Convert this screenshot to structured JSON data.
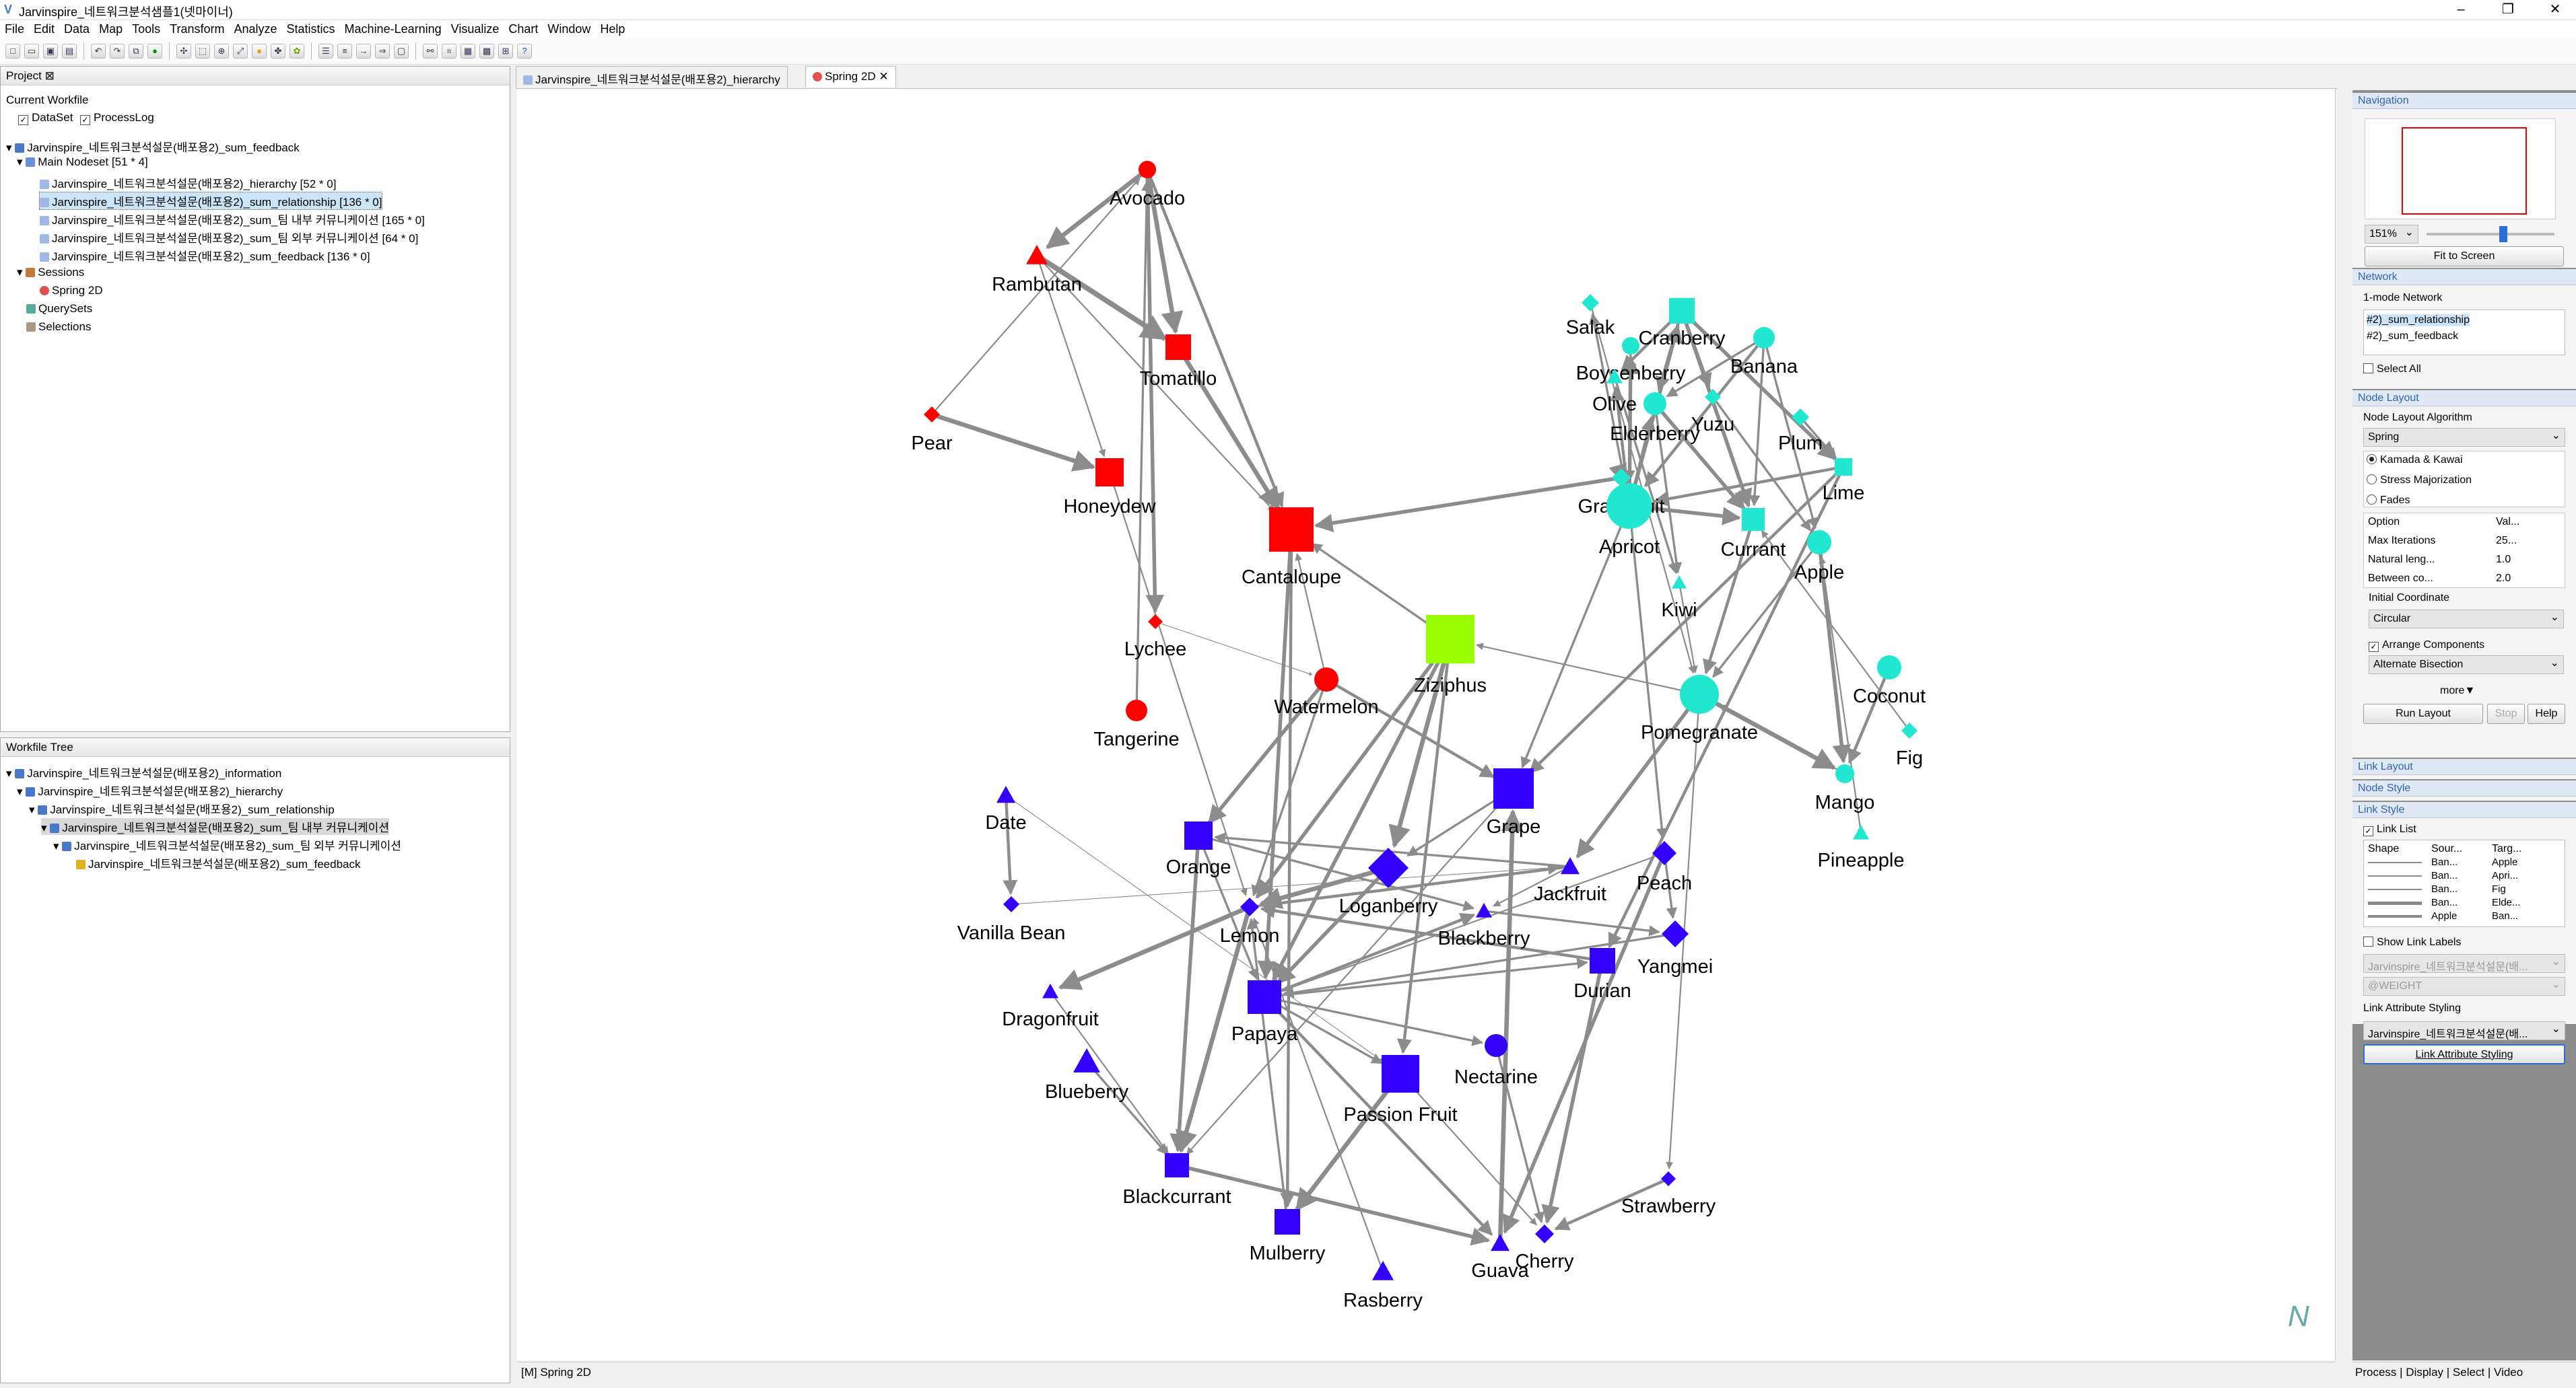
{
  "window": {
    "title": "Jarvinspire_네트워크분석샘플1(넷마이너)"
  },
  "menu": [
    "File",
    "Edit",
    "Data",
    "Map",
    "Tools",
    "Transform",
    "Analyze",
    "Statistics",
    "Machine-Learning",
    "Visualize",
    "Chart",
    "Window",
    "Help"
  ],
  "project": {
    "tab": "Project",
    "current_workfile": "Current Workfile",
    "check_dataset": "DataSet",
    "check_processlog": "ProcessLog",
    "root": "Jarvinspire_네트워크분석설문(배포용2)_sum_feedback",
    "main_nodeset": "Main Nodeset [51 * 4]",
    "datasets": [
      "Jarvinspire_네트워크분석설문(배포용2)_hierarchy [52 * 0]",
      "Jarvinspire_네트워크분석설문(배포용2)_sum_relationship [136 * 0]",
      "Jarvinspire_네트워크분석설문(배포용2)_sum_팀 내부 커뮤니케이션 [165 * 0]",
      "Jarvinspire_네트워크분석설문(배포용2)_sum_팀 외부 커뮤니케이션 [64 * 0]",
      "Jarvinspire_네트워크분석설문(배포용2)_sum_feedback [136 * 0]"
    ],
    "sessions": "Sessions",
    "spring2d": "Spring 2D",
    "querysets": "QuerySets",
    "selections": "Selections"
  },
  "workfile_tree": {
    "tab": "Workfile Tree",
    "items": [
      "Jarvinspire_네트워크분석설문(배포용2)_information",
      "Jarvinspire_네트워크분석설문(배포용2)_hierarchy",
      "Jarvinspire_네트워크분석설문(배포용2)_sum_relationship",
      "Jarvinspire_네트워크분석설문(배포용2)_sum_팀 내부 커뮤니케이션",
      "Jarvinspire_네트워크분석설문(배포용2)_sum_팀 외부 커뮤니케이션",
      "Jarvinspire_네트워크분석설문(배포용2)_sum_feedback"
    ]
  },
  "editor_tabs": [
    "Jarvinspire_네트워크분석설문(배포용2)_hierarchy",
    "Spring 2D"
  ],
  "status": "[M] Spring 2D",
  "navigation": {
    "title": "Navigation",
    "zoom": "151%",
    "fit": "Fit to Screen"
  },
  "network": {
    "title": "Network",
    "mode": "1-mode Network",
    "item": "#2)_sum_relationship",
    "item2": "#2)_sum_feedback",
    "select_all": "Select All"
  },
  "node_layout": {
    "title": "Node Layout",
    "algorithm_label": "Node Layout Algorithm",
    "algorithm": "Spring",
    "options": [
      "Kamada & Kawai",
      "Stress Majorization",
      "Fades"
    ],
    "table_head": [
      "Option",
      "Val..."
    ],
    "table_rows": [
      [
        "Max Iterations",
        "25..."
      ],
      [
        "Natural leng...",
        "1.0"
      ],
      [
        "Between co...",
        "2.0"
      ]
    ],
    "initial_label": "Initial Coordinate",
    "initial": "Circular",
    "arrange": "Arrange Components",
    "arrange_method": "Alternate Bisection",
    "more": "more▼",
    "run": "Run Layout",
    "stop": "Stop",
    "help": "Help"
  },
  "link_layout": "Link Layout",
  "node_style": "Node Style",
  "link_style": {
    "title": "Link Style",
    "link_list": "Link List",
    "cols": [
      "Shape",
      "Sour...",
      "Targ..."
    ],
    "rows": [
      [
        "Ban...",
        "Apple"
      ],
      [
        "Ban...",
        "Apri..."
      ],
      [
        "Ban...",
        "Fig"
      ],
      [
        "Ban...",
        "Elde..."
      ],
      [
        "Apple",
        "Ban..."
      ]
    ],
    "show_labels": "Show Link Labels",
    "label_src": "Jarvinspire_네트워크분석설문(배...",
    "weight": "@WEIGHT",
    "attr_label": "Link Attribute Styling",
    "attr_src": "Jarvinspire_네트워크분석설문(배...",
    "attr_btn": "Link Attribute Styling"
  },
  "bottom_tabs": [
    "Process",
    "Display",
    "Select",
    "Video"
  ],
  "colors": {
    "red": "#ff0000",
    "cyan": "#20e8d0",
    "blue": "#3300ff",
    "green": "#99ff00",
    "edge": "#8c8c8c"
  },
  "graph": {
    "nodes": [
      {
        "name": "Avocado",
        "shape": "circle",
        "color": "red"
      },
      {
        "name": "Rambutan",
        "shape": "triangle",
        "color": "red"
      },
      {
        "name": "Tomatillo",
        "shape": "square",
        "color": "red"
      },
      {
        "name": "Pear",
        "shape": "diamond",
        "color": "red"
      },
      {
        "name": "Honeydew",
        "shape": "square",
        "color": "red"
      },
      {
        "name": "Cantaloupe",
        "shape": "square",
        "color": "red"
      },
      {
        "name": "Lychee",
        "shape": "diamond",
        "color": "red"
      },
      {
        "name": "Watermelon",
        "shape": "circle",
        "color": "red"
      },
      {
        "name": "Tangerine",
        "shape": "circle",
        "color": "red"
      },
      {
        "name": "Ziziphus",
        "shape": "square",
        "color": "green"
      },
      {
        "name": "Salak",
        "shape": "diamond",
        "color": "cyan"
      },
      {
        "name": "Cranberry",
        "shape": "square",
        "color": "cyan"
      },
      {
        "name": "Banana",
        "shape": "circle",
        "color": "cyan"
      },
      {
        "name": "Boysenberry",
        "shape": "circle",
        "color": "cyan"
      },
      {
        "name": "Olive",
        "shape": "triangle",
        "color": "cyan"
      },
      {
        "name": "Yuzu",
        "shape": "diamond",
        "color": "cyan"
      },
      {
        "name": "Elderberry",
        "shape": "circle",
        "color": "cyan"
      },
      {
        "name": "Plum",
        "shape": "diamond",
        "color": "cyan"
      },
      {
        "name": "Lime",
        "shape": "square",
        "color": "cyan"
      },
      {
        "name": "Grapefruit",
        "shape": "diamond",
        "color": "cyan"
      },
      {
        "name": "Apricot",
        "shape": "circle",
        "color": "cyan"
      },
      {
        "name": "Currant",
        "shape": "square",
        "color": "cyan"
      },
      {
        "name": "Apple",
        "shape": "circle",
        "color": "cyan"
      },
      {
        "name": "Kiwi",
        "shape": "triangle",
        "color": "cyan"
      },
      {
        "name": "Coconut",
        "shape": "circle",
        "color": "cyan"
      },
      {
        "name": "Pomegranate",
        "shape": "circle",
        "color": "cyan"
      },
      {
        "name": "Fig",
        "shape": "diamond",
        "color": "cyan"
      },
      {
        "name": "Mango",
        "shape": "circle",
        "color": "cyan"
      },
      {
        "name": "Pineapple",
        "shape": "triangle",
        "color": "cyan"
      },
      {
        "name": "Date",
        "shape": "triangle",
        "color": "blue"
      },
      {
        "name": "Vanilla Bean",
        "shape": "diamond",
        "color": "blue"
      },
      {
        "name": "Orange",
        "shape": "square",
        "color": "blue"
      },
      {
        "name": "Grape",
        "shape": "square",
        "color": "blue"
      },
      {
        "name": "Loganberry",
        "shape": "diamond",
        "color": "blue"
      },
      {
        "name": "Jackfruit",
        "shape": "triangle",
        "color": "blue"
      },
      {
        "name": "Peach",
        "shape": "diamond",
        "color": "blue"
      },
      {
        "name": "Lemon",
        "shape": "diamond",
        "color": "blue"
      },
      {
        "name": "Blackberry",
        "shape": "triangle",
        "color": "blue"
      },
      {
        "name": "Yangmei",
        "shape": "diamond",
        "color": "blue"
      },
      {
        "name": "Dragonfruit",
        "shape": "triangle",
        "color": "blue"
      },
      {
        "name": "Durian",
        "shape": "square",
        "color": "blue"
      },
      {
        "name": "Papaya",
        "shape": "square",
        "color": "blue"
      },
      {
        "name": "Nectarine",
        "shape": "circle",
        "color": "blue"
      },
      {
        "name": "Blueberry",
        "shape": "triangle",
        "color": "blue"
      },
      {
        "name": "Passion Fruit",
        "shape": "square",
        "color": "blue"
      },
      {
        "name": "Blackcurrant",
        "shape": "square",
        "color": "blue"
      },
      {
        "name": "Strawberry",
        "shape": "diamond",
        "color": "blue"
      },
      {
        "name": "Mulberry",
        "shape": "square",
        "color": "blue"
      },
      {
        "name": "Guava",
        "shape": "triangle",
        "color": "blue"
      },
      {
        "name": "Cherry",
        "shape": "diamond",
        "color": "blue"
      },
      {
        "name": "Rasberry",
        "shape": "triangle",
        "color": "blue"
      }
    ]
  }
}
